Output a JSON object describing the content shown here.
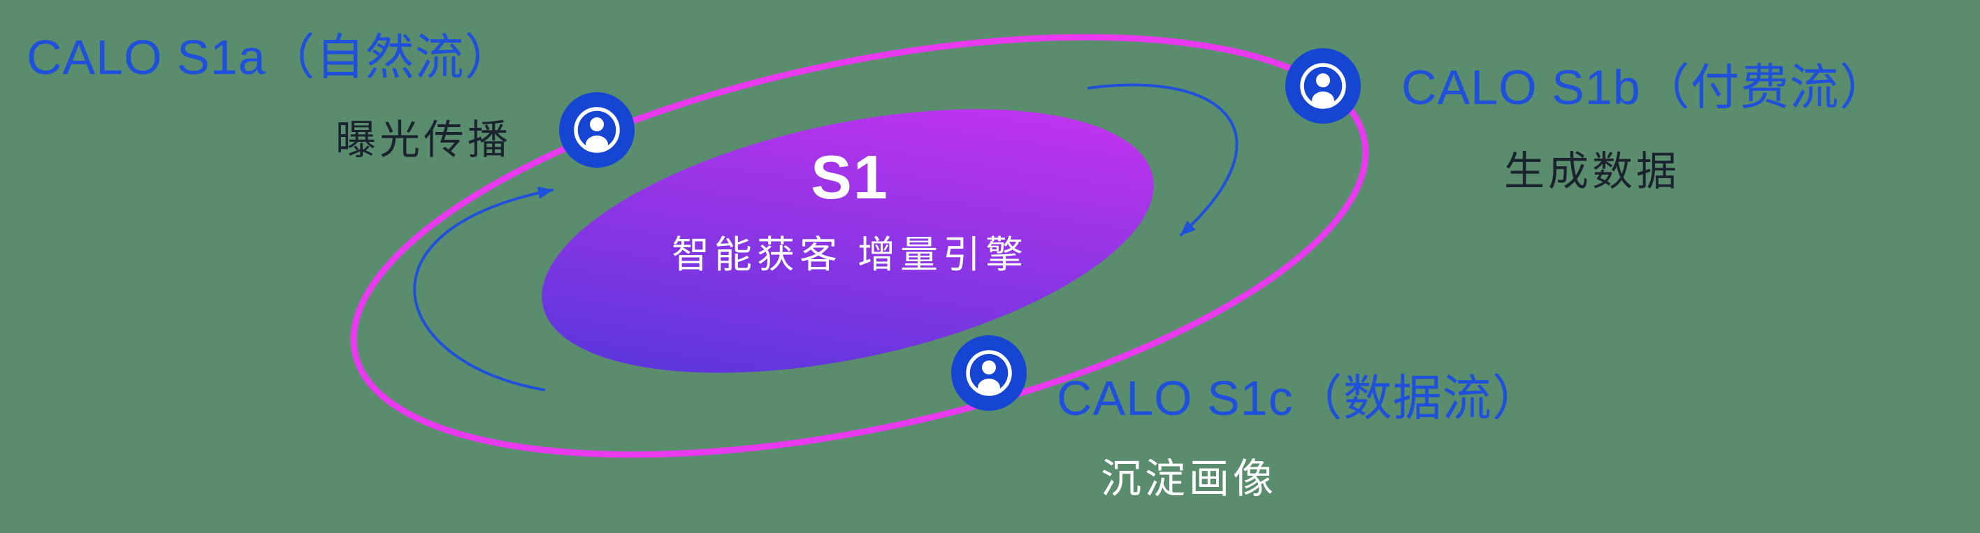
{
  "colors": {
    "background": "#5a8c6e",
    "accent_blue": "#1e50dc",
    "node_blue": "#1545d2",
    "ring_magenta": "#ea3af0",
    "gradient_start": "#4a37d8",
    "gradient_end": "#d233f2",
    "dark_text": "#1b232f",
    "light_text": "#ffffff"
  },
  "center": {
    "title": "S1",
    "subtitle": "智能获客  增量引擎"
  },
  "labels": {
    "s1a": {
      "title": "CALO S1a（自然流）",
      "subtitle": "曝光传播"
    },
    "s1b": {
      "title": "CALO S1b（付费流）",
      "subtitle": "生成数据"
    },
    "s1c": {
      "title": "CALO S1c（数据流）",
      "subtitle": "沉淀画像"
    }
  },
  "icons": {
    "node_icon": "user-in-circle-icon",
    "arrows": [
      "flow-arrow-left",
      "flow-arrow-top-right"
    ]
  }
}
